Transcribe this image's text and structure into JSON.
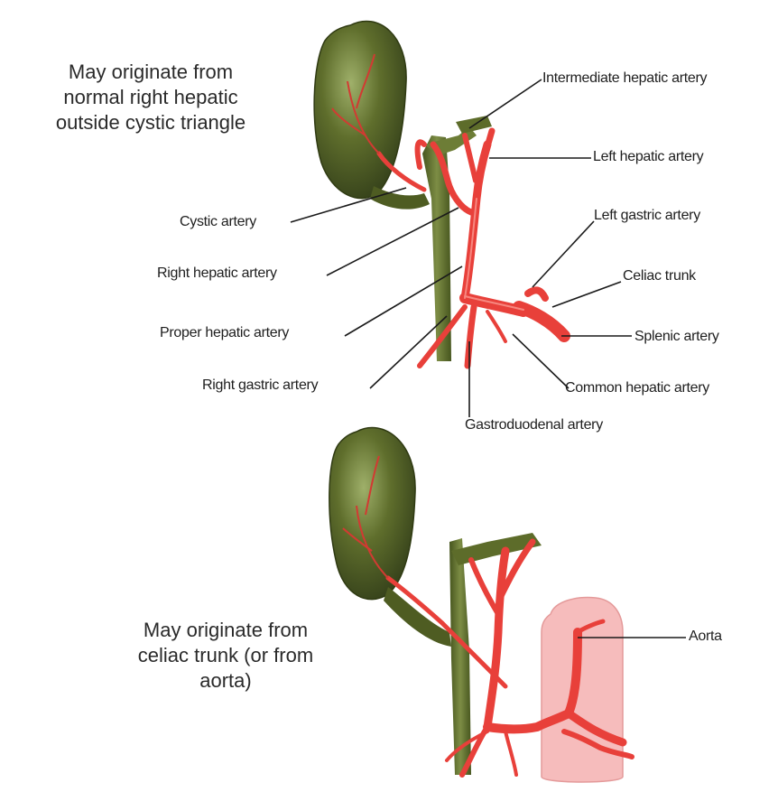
{
  "notes": {
    "top": [
      "May originate from",
      "normal right hepatic",
      "outside cystic triangle"
    ],
    "bottom": [
      "May originate from",
      "celiac trunk (or from",
      "aorta)"
    ]
  },
  "labels": {
    "intermediate_hepatic": "Intermediate hepatic artery",
    "left_hepatic": "Left hepatic artery",
    "left_gastric": "Left gastric artery",
    "celiac_trunk": "Celiac trunk",
    "splenic": "Splenic artery",
    "common_hepatic": "Common hepatic artery",
    "gastroduodenal": "Gastroduodenal artery",
    "right_gastric": "Right gastric artery",
    "proper_hepatic": "Proper hepatic artery",
    "right_hepatic": "Right hepatic artery",
    "cystic": "Cystic artery",
    "aorta": "Aorta"
  },
  "colors": {
    "artery": "#e8403a",
    "artery_dark": "#c42a26",
    "gallbladder": "#5b6a2a",
    "gallbladder_dark": "#3d4a18",
    "gallbladder_light": "#8fa05a",
    "aorta": "#f6bcbc",
    "leader": "#1a1a1a"
  }
}
